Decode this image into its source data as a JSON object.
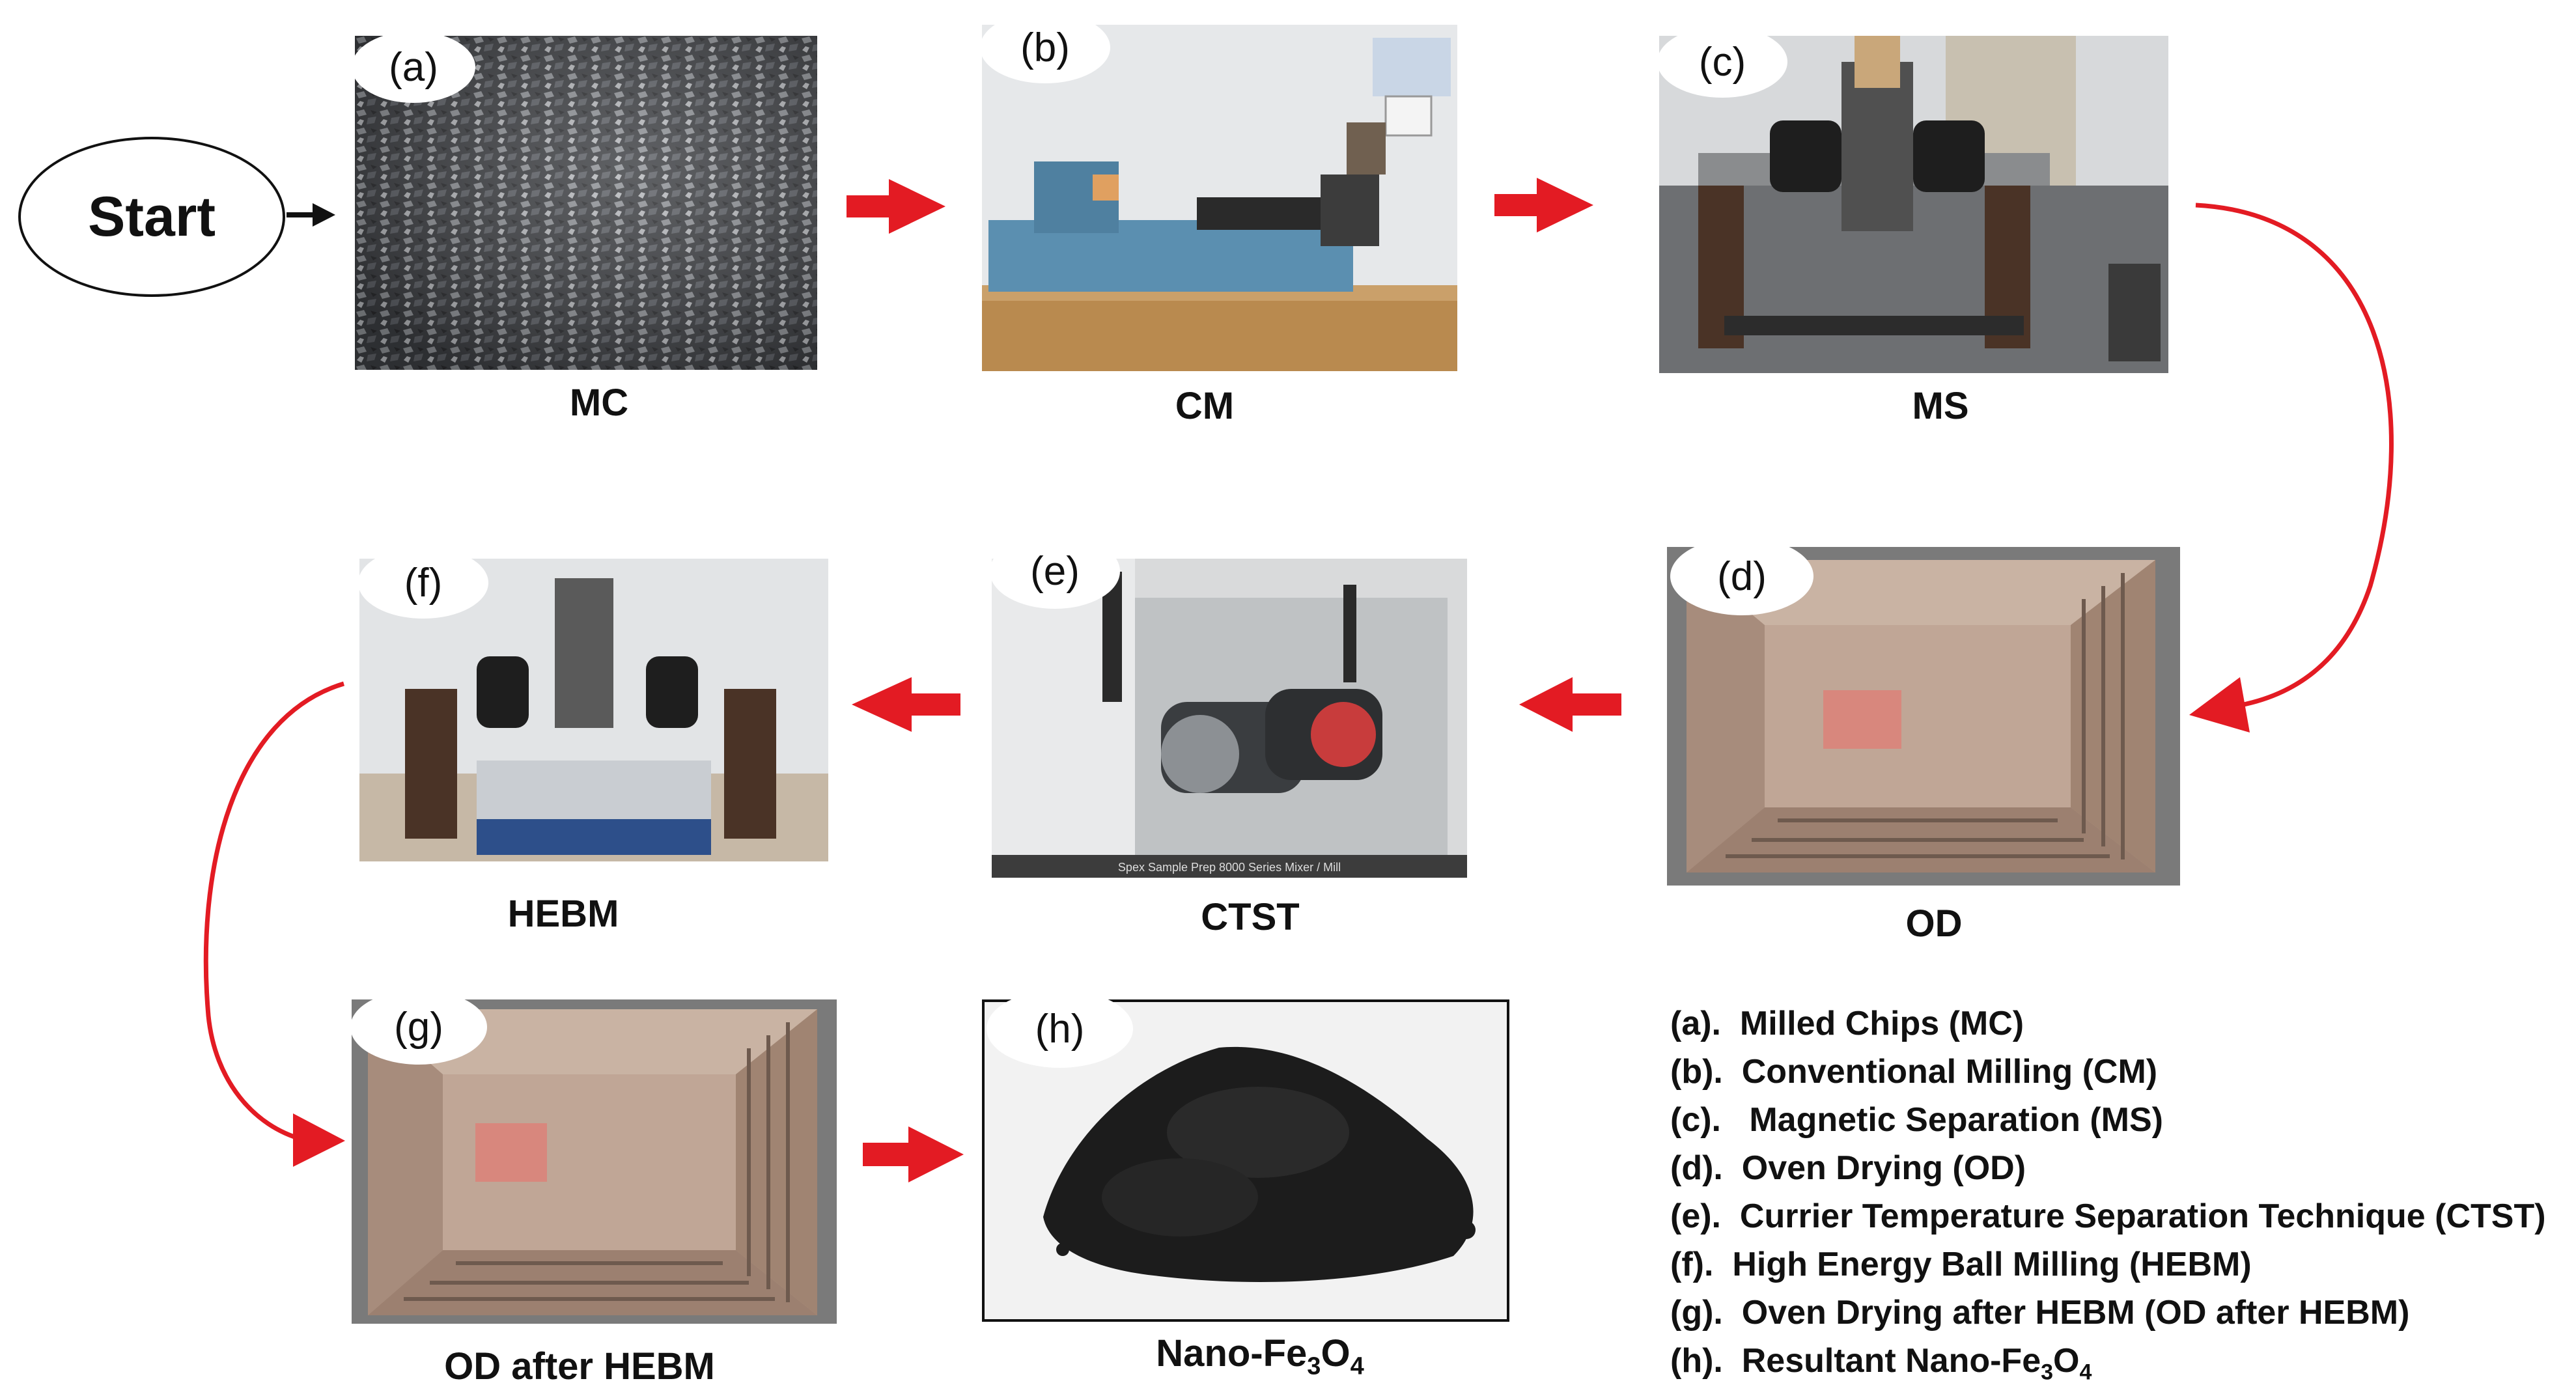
{
  "start_label": "Start",
  "steps": [
    {
      "tag": "(a)",
      "caption": "MC"
    },
    {
      "tag": "(b)",
      "caption": "CM"
    },
    {
      "tag": "(c)",
      "caption": "MS"
    },
    {
      "tag": "(d)",
      "caption": "OD"
    },
    {
      "tag": "(e)",
      "caption": "CTST"
    },
    {
      "tag": "(f)",
      "caption": "HEBM"
    },
    {
      "tag": "(g)",
      "caption": "OD after HEBM"
    },
    {
      "tag": "(h)",
      "caption_prefix": "Nano-Fe",
      "sub1": "3",
      "caption_mid": "O",
      "sub2": "4"
    }
  ],
  "photo_watermark": "Spex Sample Prep 8000 Series Mixer / Mill",
  "legend": [
    {
      "tag": "(a).",
      "text": "Milled Chips (MC)"
    },
    {
      "tag": "(b).",
      "text": "Conventional Milling (CM)"
    },
    {
      "tag": "(c).",
      "text": "Magnetic Separation (MS)"
    },
    {
      "tag": "(d).",
      "text": "Oven Drying (OD)"
    },
    {
      "tag": "(e).",
      "text": "Currier Temperature Separation Technique (CTST)"
    },
    {
      "tag": "(f).",
      "text": "High Energy Ball Milling (HEBM)"
    },
    {
      "tag": "(g).",
      "text": "Oven Drying after HEBM (OD after HEBM)"
    },
    {
      "tag": "(h).",
      "text_prefix": "Resultant Nano-Fe",
      "sub1": "3",
      "text_mid": "O",
      "sub2": "4"
    }
  ],
  "colors": {
    "arrow": "#e31b23",
    "text": "#111111",
    "oven": "#a88a78",
    "powder": "#1c1c1c"
  }
}
